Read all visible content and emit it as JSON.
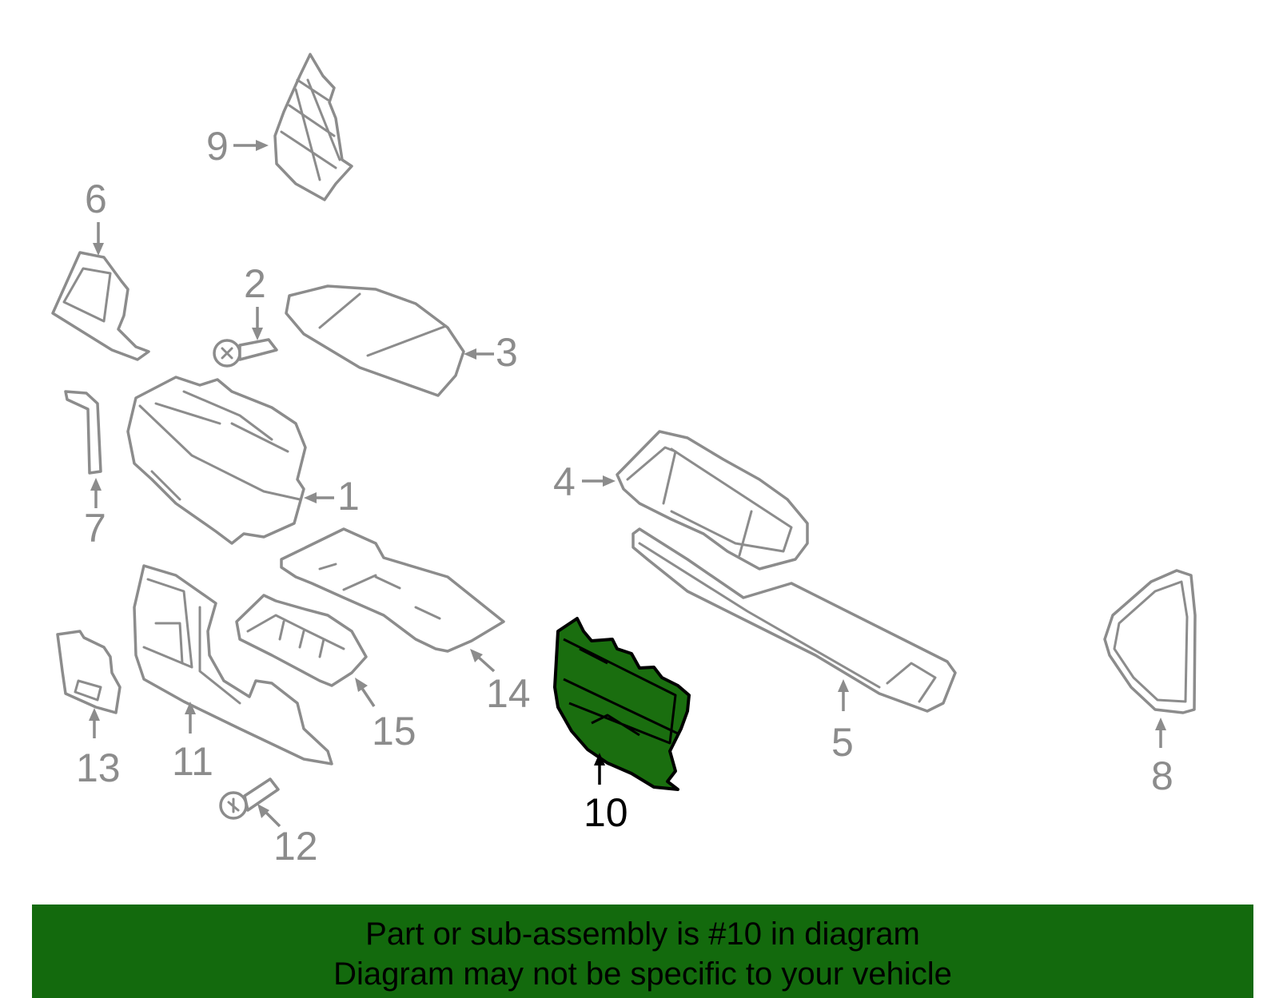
{
  "callouts": {
    "c1": "1",
    "c2": "2",
    "c3": "3",
    "c4": "4",
    "c5": "5",
    "c6": "6",
    "c7": "7",
    "c8": "8",
    "c9": "9",
    "c10": "10",
    "c11": "11",
    "c12": "12",
    "c13": "13",
    "c14": "14",
    "c15": "15"
  },
  "highlight": {
    "fill_color": "#1a6e0f",
    "outline_color": "#000000"
  },
  "banner": {
    "line1": "Part or sub-assembly is #10 in diagram",
    "line2": "Diagram may not be specific to your vehicle",
    "background_color": "#136a0d"
  }
}
